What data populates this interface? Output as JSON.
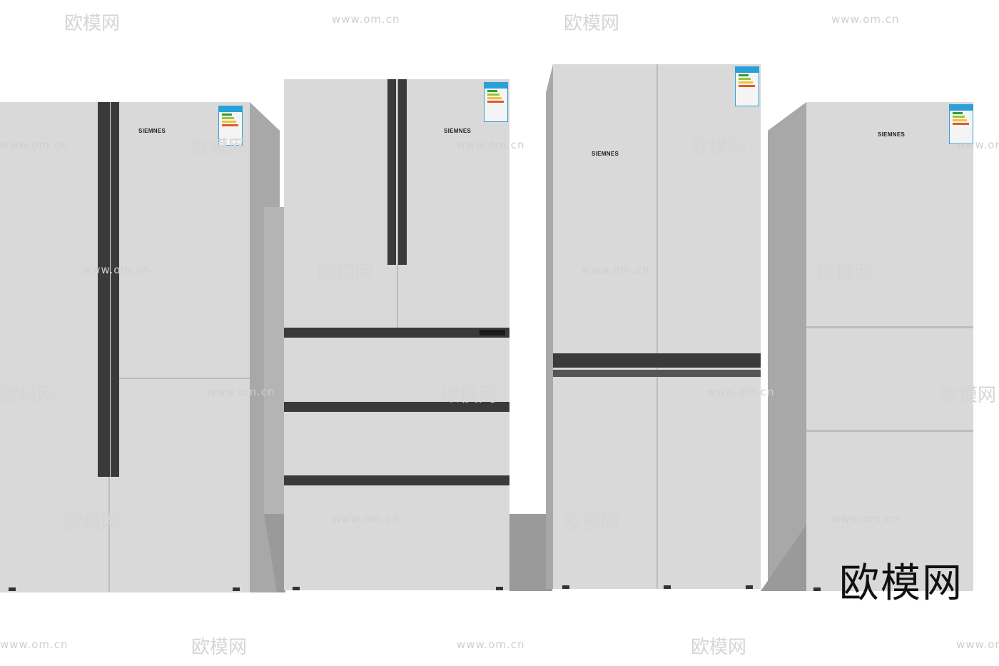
{
  "brand_label": "SIEMNES",
  "watermark": {
    "domain_text": "www.om.cn",
    "logo_text": "欧模网"
  },
  "corner_logo": "欧模网",
  "colors": {
    "body": "#d9d9d9",
    "side": "#a8a8a8",
    "handle": "#3a3a3a",
    "energy_label_accent": "#2aa0d8"
  },
  "products": [
    {
      "type": "side-by-side refrigerator",
      "brand": "SIEMNES"
    },
    {
      "type": "french-door refrigerator with drawers",
      "brand": "SIEMNES"
    },
    {
      "type": "four-door cross refrigerator",
      "brand": "SIEMNES"
    },
    {
      "type": "three-door refrigerator",
      "brand": "SIEMNES"
    }
  ]
}
